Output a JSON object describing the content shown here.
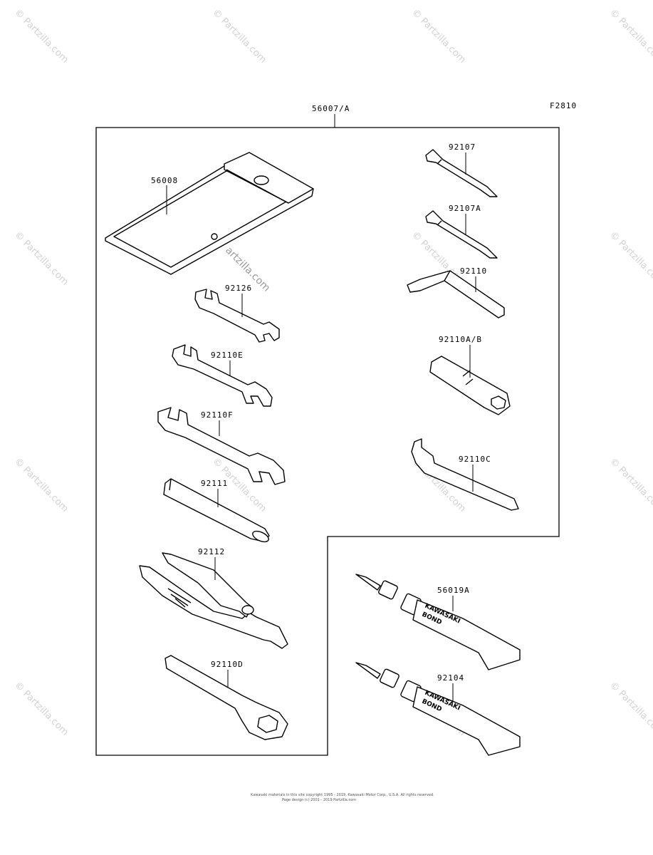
{
  "diagram": {
    "figure_code": "F2810",
    "assembly_label": "56007/A",
    "parts": [
      {
        "id": "p56008",
        "number": "56008"
      },
      {
        "id": "p92126",
        "number": "92126"
      },
      {
        "id": "p92110E",
        "number": "92110E"
      },
      {
        "id": "p92110F",
        "number": "92110F"
      },
      {
        "id": "p92111",
        "number": "92111"
      },
      {
        "id": "p92112",
        "number": "92112"
      },
      {
        "id": "p92110D",
        "number": "92110D"
      },
      {
        "id": "p92107",
        "number": "92107"
      },
      {
        "id": "p92107A",
        "number": "92107A"
      },
      {
        "id": "p92110",
        "number": "92110"
      },
      {
        "id": "p92110AB",
        "number": "92110A/B"
      },
      {
        "id": "p92110C",
        "number": "92110C"
      },
      {
        "id": "p56019A",
        "number": "56019A"
      },
      {
        "id": "p92104",
        "number": "92104"
      }
    ],
    "tube_print": {
      "line1": "KAWASAKI",
      "line2": "BOND"
    },
    "watermark_text": "© Partzilla.com",
    "center_watermark": "artzilla.com",
    "footer": {
      "line1": "Kawasaki materials in this site copyright 1995 - 2019, Kawasaki Motor Corp., U.S.A. All rights reserved.",
      "line2": "Page design (c) 2001 - 2019 Partzilla.com"
    }
  }
}
